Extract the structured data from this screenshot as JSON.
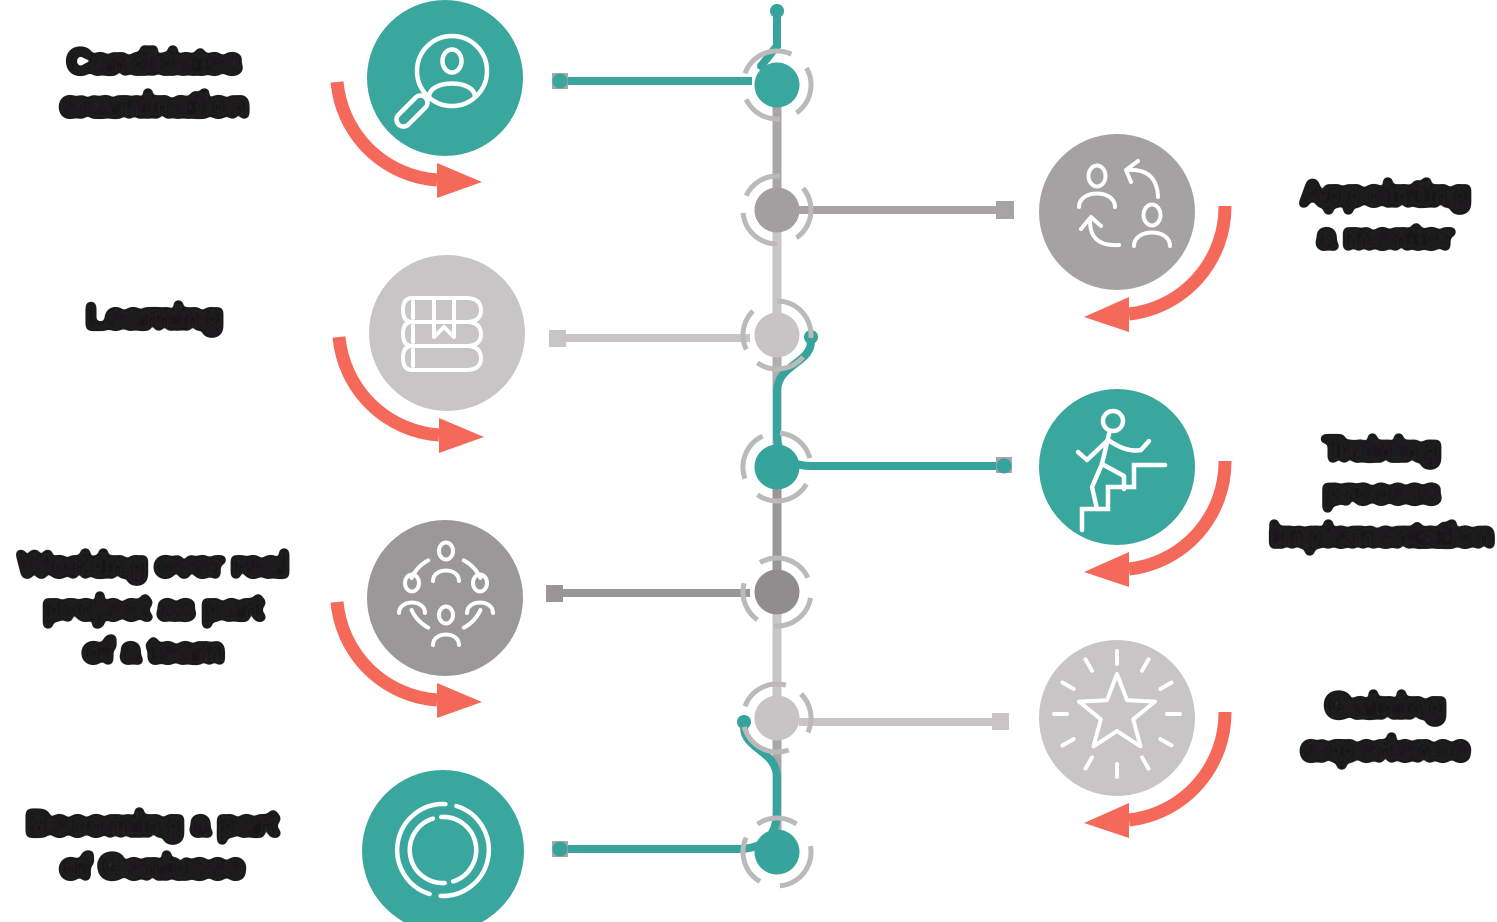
{
  "diagram": {
    "type": "vertical-process-infographic",
    "background": "#ffffff",
    "colors": {
      "teal": "#3aa79f",
      "gray": "#a5a2a3",
      "gray_dark": "#9b9899",
      "gray_light": "#c7c5c6",
      "red_arrow": "#f4695a",
      "text": "#1c1a1b",
      "spine": "#b0aeaf"
    },
    "steps_left": [
      {
        "label_lines": [
          "Candidates",
          "examination"
        ],
        "icon": "person-search",
        "circle_color": "teal",
        "has_red_arrow": true
      },
      {
        "label_lines": [
          "Learning"
        ],
        "icon": "books-stack",
        "circle_color": "gray_light",
        "has_red_arrow": true
      },
      {
        "label_lines": [
          "Working over real",
          "project as part",
          "of a team"
        ],
        "icon": "team-circle",
        "circle_color": "gray_dark",
        "has_red_arrow": true
      },
      {
        "label_lines": [
          "Becoming a part",
          "of Geniusee"
        ],
        "icon": "double-ring-logo",
        "circle_color": "teal",
        "has_red_arrow": false
      }
    ],
    "steps_right": [
      {
        "label_lines": [
          "Appointing",
          "a mentor"
        ],
        "icon": "mentor-exchange",
        "circle_color": "gray",
        "has_red_arrow": true
      },
      {
        "label_lines": [
          "Training",
          "process",
          "implementation"
        ],
        "icon": "climbing-stairs",
        "circle_color": "teal",
        "has_red_arrow": true
      },
      {
        "label_lines": [
          "Gaining",
          "experience"
        ],
        "icon": "shining-star",
        "circle_color": "gray_light",
        "has_red_arrow": true
      }
    ]
  }
}
